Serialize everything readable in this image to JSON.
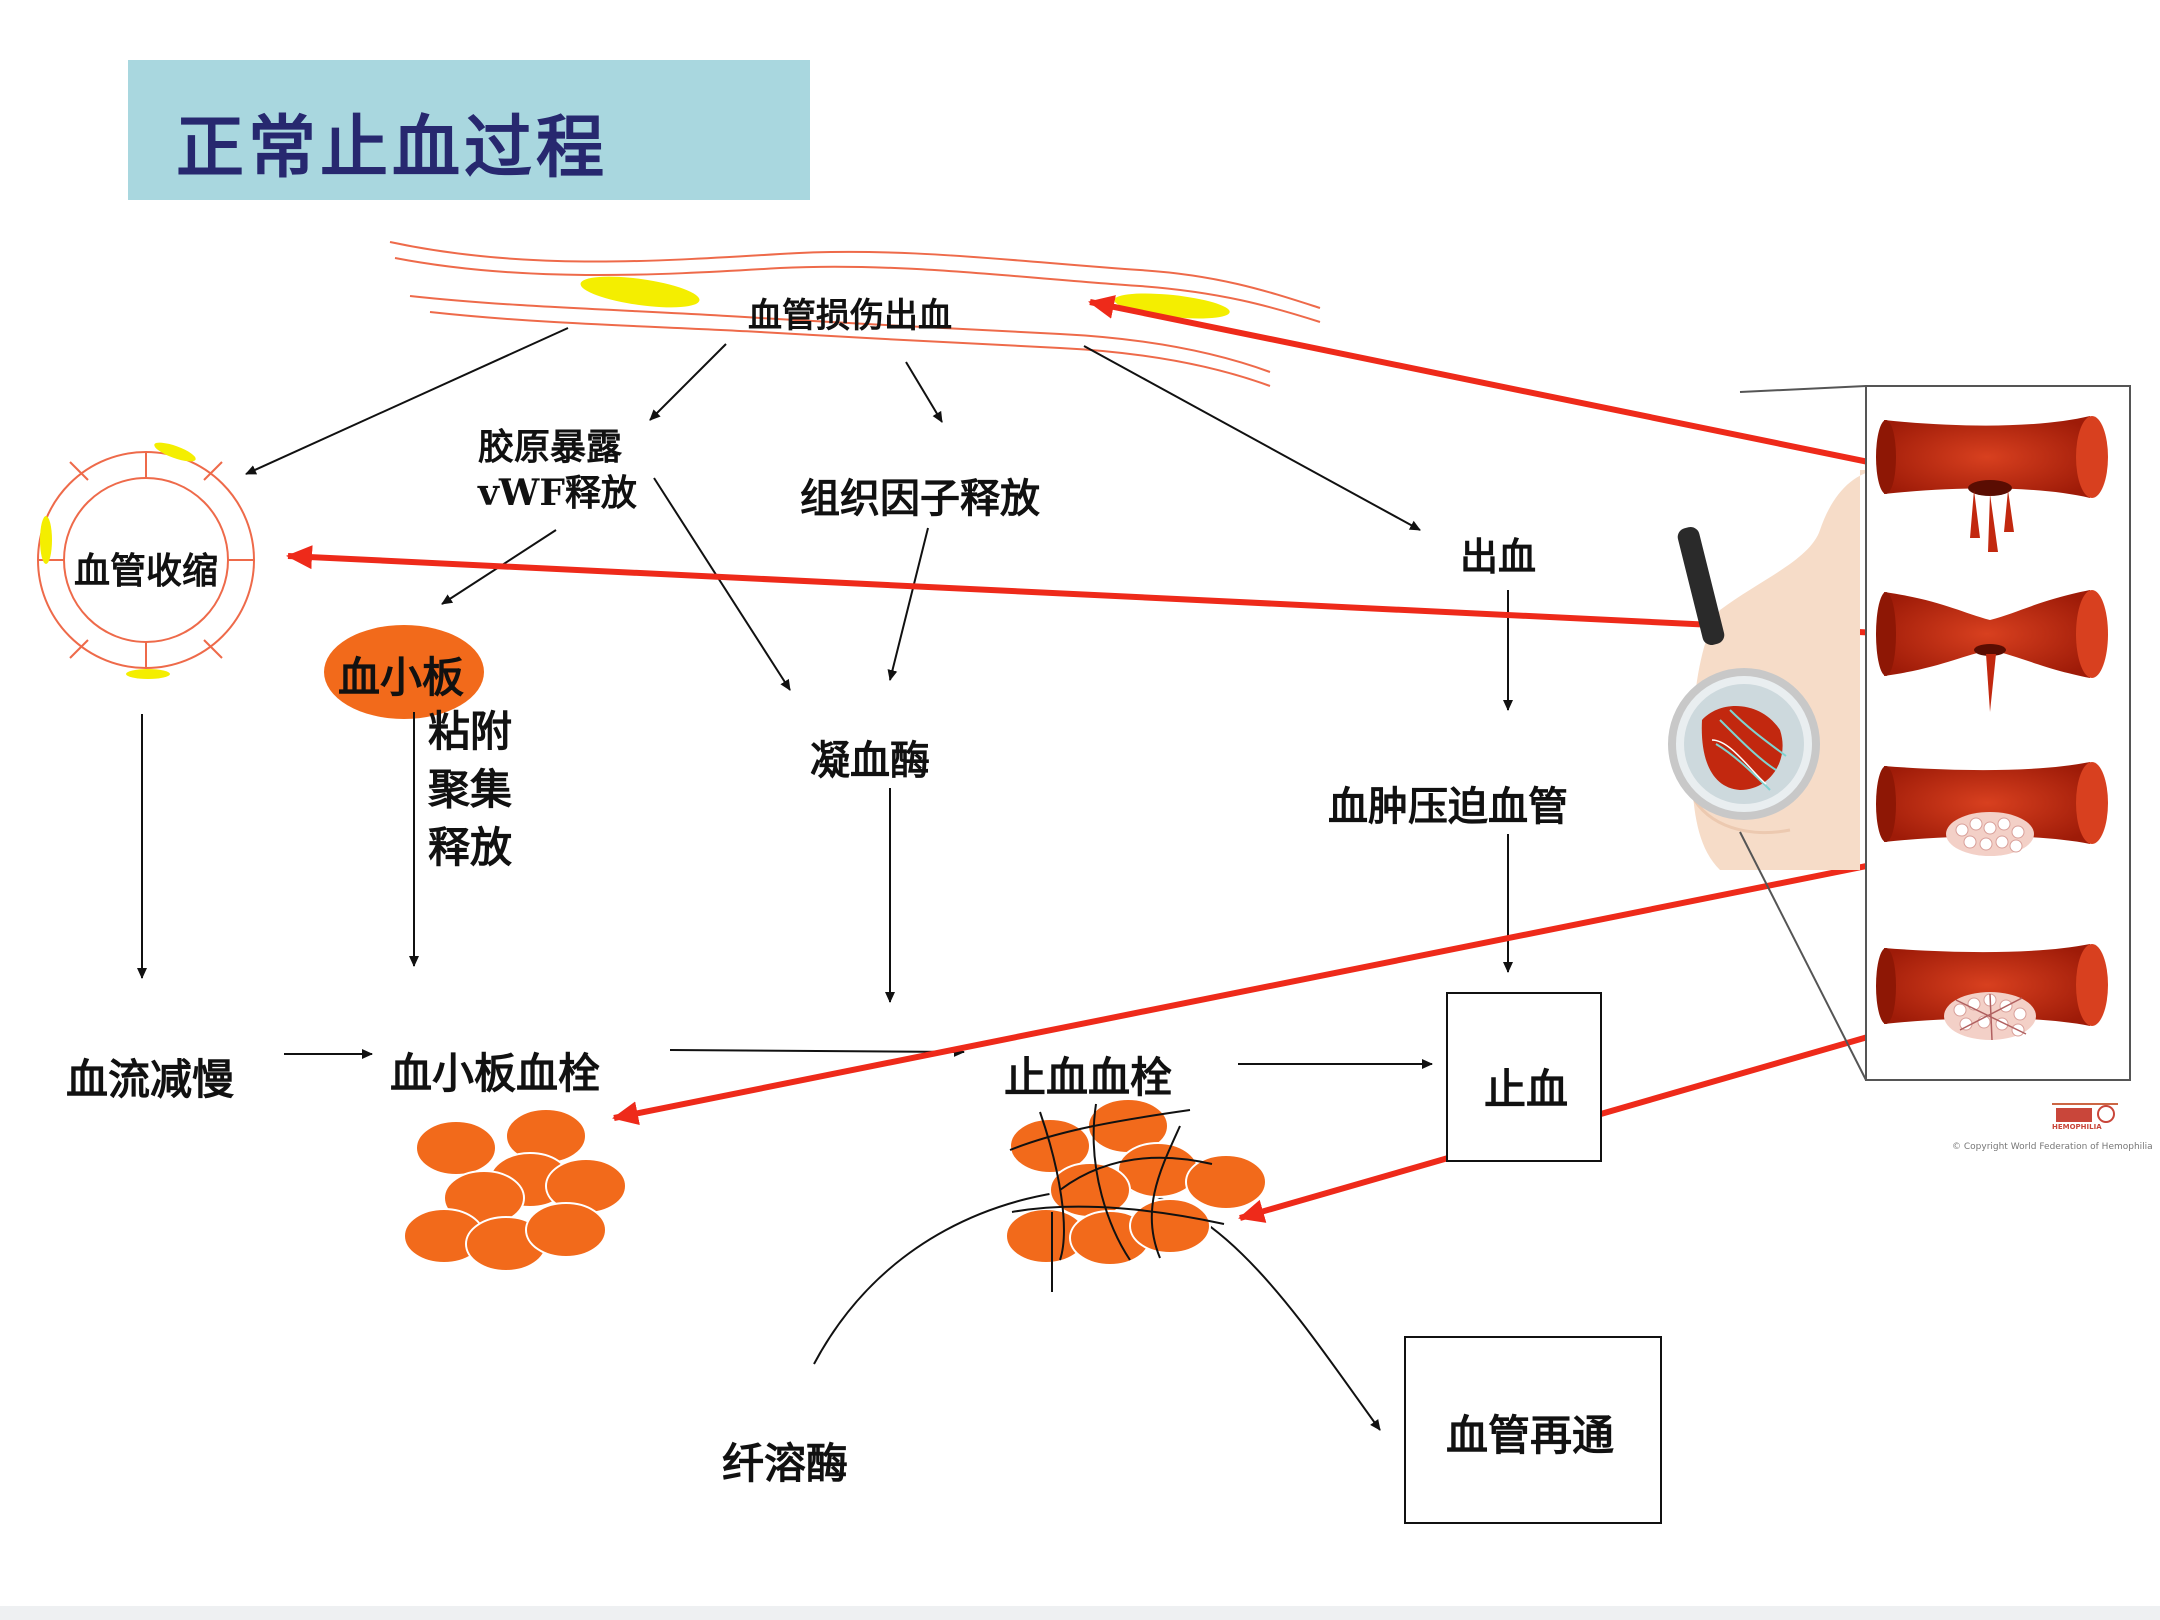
{
  "title": "正常止血过程",
  "labels": {
    "injury": "血管损伤出血",
    "collagen_line1": "胶原暴露",
    "collagen_line2": "vWF释放",
    "tissue_factor": "组织因子释放",
    "bleeding": "出血",
    "vasoconstriction": "血管收缩",
    "platelet": "血小板",
    "adhesion": "粘附",
    "aggregation": "聚集",
    "release": "释放",
    "thrombin": "凝血酶",
    "hematoma": "血肿压迫血管",
    "slow_flow": "血流减慢",
    "platelet_plug": "血小板血栓",
    "hemostatic_plug": "止血血栓",
    "hemostasis": "止血",
    "recanalization": "血管再通",
    "fibrinolysin": "纤溶酶"
  },
  "inset": {
    "logo_text": "HEMOPHILIA",
    "copyright": "© Copyright World Federation of Hemophilia"
  },
  "colors": {
    "title_bg": "#a9d7df",
    "title_text": "#27286f",
    "platelet_orange": "#f26a1b",
    "highlight_yellow": "#f4ee00",
    "link_red": "#ee2a1a",
    "vessel_red": "#c2280f",
    "skin": "#f6dcc8"
  }
}
